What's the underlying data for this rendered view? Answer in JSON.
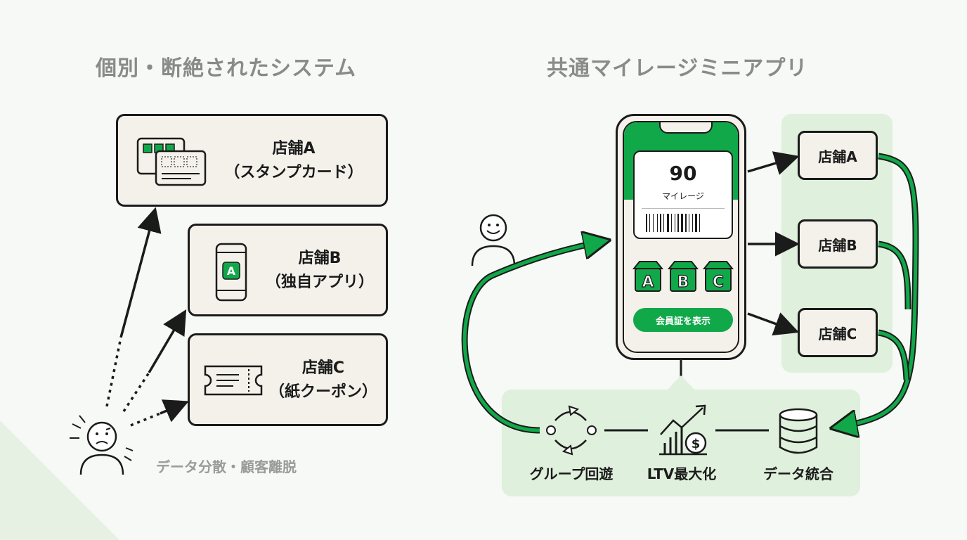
{
  "left": {
    "title": "個別・断絶されたシステム",
    "stores": [
      {
        "name": "店舗A",
        "sub": "（スタンプカード）",
        "icon": "stamp-card-icon"
      },
      {
        "name": "店舗B",
        "sub": "（独自アプリ）",
        "icon": "smartphone-app-icon"
      },
      {
        "name": "店舗C",
        "sub": "（紙クーポン）",
        "icon": "paper-coupon-icon"
      }
    ],
    "note": "データ分散・顧客離脱",
    "user_icon": "confused-user-icon"
  },
  "right": {
    "title": "共通マイレージミニアプリ",
    "phone": {
      "mileage_value": "90",
      "mileage_label": "マイレージ",
      "store_tags": [
        "A",
        "B",
        "C"
      ],
      "button_label": "会員証を表示"
    },
    "stores": [
      "店舗A",
      "店舗B",
      "店舗C"
    ],
    "flow": [
      {
        "label": "グループ回遊",
        "icon": "cycle-icon"
      },
      {
        "label": "LTV最大化",
        "icon": "growth-chart-icon"
      },
      {
        "label": "データ統合",
        "icon": "database-icon"
      }
    ],
    "user_icon": "happy-user-icon"
  },
  "colors": {
    "accent_green": "#11a84a",
    "panel_green": "#dff0dc",
    "card_bg": "#f4f1eb",
    "title_gray": "#8a8a8a"
  }
}
